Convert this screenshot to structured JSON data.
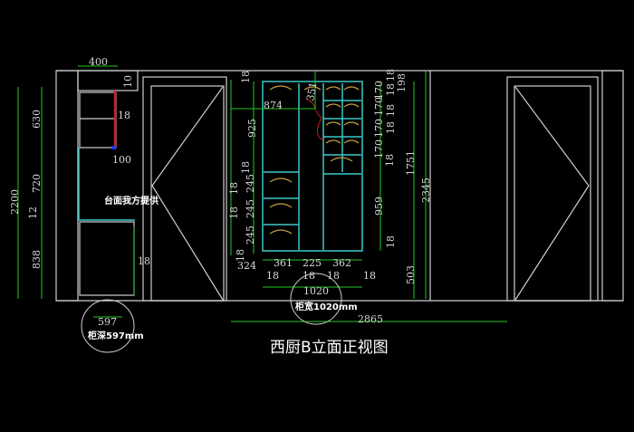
{
  "title": "西厨B立面正视图",
  "colors": {
    "dimension": "#22c722",
    "cabinet": "#3cc8c8",
    "outline": "#cfcfcf",
    "panel_red": "#c81e1e",
    "hanger": "#c8a040"
  },
  "left_cabinet": {
    "dims": [
      "400",
      "10",
      "18",
      "100",
      "630",
      "720",
      "2200",
      "12",
      "838",
      "18"
    ],
    "counter_note": "台面我方提供",
    "depth_value": "597",
    "depth_label": "柜深597mm"
  },
  "wardrobe": {
    "left_dims": [
      "18",
      "874",
      "351",
      "925",
      "18",
      "18",
      "245",
      "18",
      "245",
      "245",
      "18",
      "324"
    ],
    "bottom_dims": [
      "361",
      "225",
      "362",
      "18",
      "18",
      "18",
      "18"
    ],
    "width_value": "1020",
    "width_label": "柜宽1020mm",
    "total_width": "2865",
    "right_dims": [
      "18",
      "198",
      "170",
      "18",
      "170",
      "18",
      "170",
      "18",
      "170",
      "18",
      "959",
      "18",
      "1751",
      "2345",
      "503"
    ]
  }
}
